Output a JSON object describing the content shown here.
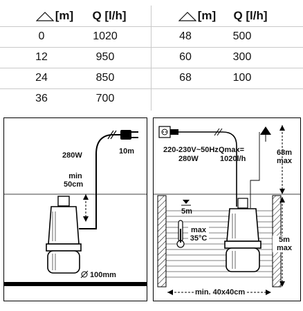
{
  "table": {
    "header_depth": "[m]",
    "header_flow": "Q [l/h]",
    "left": [
      {
        "m": "0",
        "q": "1020"
      },
      {
        "m": "12",
        "q": "950"
      },
      {
        "m": "24",
        "q": "850"
      },
      {
        "m": "36",
        "q": "700"
      }
    ],
    "right": [
      {
        "m": "48",
        "q": "500"
      },
      {
        "m": "60",
        "q": "300"
      },
      {
        "m": "68",
        "q": "100"
      }
    ]
  },
  "left_diagram": {
    "power": "280W",
    "cable": "10m",
    "min_depth": [
      "min",
      "50cm"
    ],
    "diameter": "100mm"
  },
  "right_diagram": {
    "voltage": "220-230V~50Hz",
    "power": "280W",
    "qmax_label": "Qmax=",
    "qmax_value": "1020l/h",
    "head": [
      "68m",
      "max"
    ],
    "submersion": "5m",
    "temp": [
      "max",
      "35°C"
    ],
    "depth": [
      "5m",
      "max"
    ],
    "well": "min. 40x40cm"
  }
}
